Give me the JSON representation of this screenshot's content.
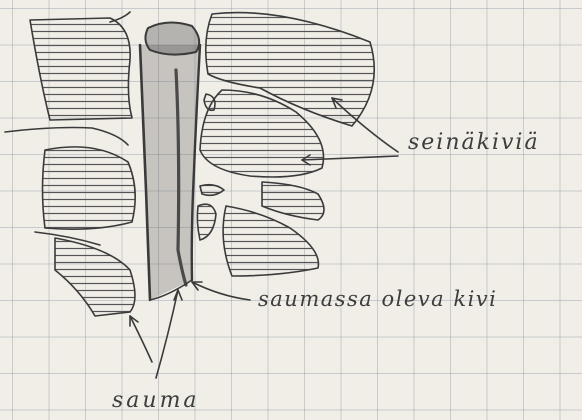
{
  "labels": {
    "wall_stones": "seinäkiviä",
    "stone_in_joint": "saumassa oleva kivi",
    "joint": "sauma"
  },
  "colors": {
    "paper": "#f1eee8",
    "grid": "#9aa2ae",
    "pencil": "#3a3a3a"
  }
}
